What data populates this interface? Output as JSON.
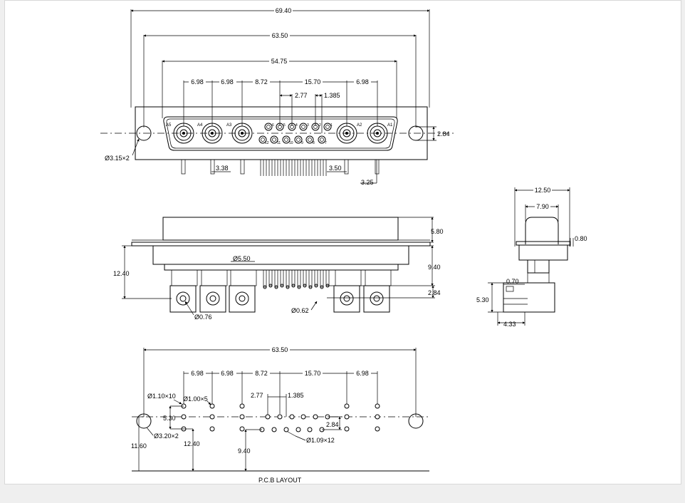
{
  "top_view": {
    "dims": {
      "overall_width": "69.40",
      "mount_hole_spacing": "63.50",
      "shell_width": "54.75",
      "coax_pitch_1": "6.98",
      "coax_pitch_2": "6.98",
      "coax_to_signal": "8.72",
      "signal_span": "15.70",
      "coax_pitch_right": "6.98",
      "signal_pitch": "2.77",
      "signal_half_pitch": "1.385",
      "row_offset": "2.84",
      "mount_hole": "Ø3.15×2",
      "pin_spacing_left": "3.38",
      "pin_spacing_right": "3.50",
      "pin_offset": "3.25"
    },
    "coax_labels": [
      "A5",
      "A4",
      "A3",
      "A2",
      "A1"
    ],
    "signal_top_labels": [
      "6",
      "5",
      "4",
      "3",
      "2",
      "1"
    ],
    "signal_bottom_labels": [
      "12",
      "11",
      "10",
      "9",
      "8",
      "7"
    ]
  },
  "front_view": {
    "dims": {
      "shell_height": "5.80",
      "total_height": "12.40",
      "pin_depth": "9.40",
      "coax_dia": "Ø5.50",
      "row_offset": "2.84",
      "coax_pin_dia": "Ø0.76",
      "signal_pin_dia": "Ø0.62"
    }
  },
  "side_view": {
    "dims": {
      "overall_depth": "12.50",
      "shell_depth": "7.90",
      "flange_thickness": "0.80",
      "tail_offset": "0.70",
      "tail_height": "5.30",
      "tail_depth": "4.33"
    }
  },
  "pcb_layout": {
    "title": "P.C.B  LAYOUT",
    "dims": {
      "mount_hole_spacing": "63.50",
      "coax_pitch_1": "6.98",
      "coax_pitch_2": "6.98",
      "coax_to_signal": "8.72",
      "signal_span": "15.70",
      "coax_pitch_right": "6.98",
      "coax_hole": "Ø1.10×10",
      "ground_hole": "Ø1.00×5",
      "signal_pitch": "2.77",
      "signal_half_pitch": "1.385",
      "coax_pad_spacing": "5.30",
      "row_offset": "2.84",
      "mount_hole": "Ø3.20×2",
      "signal_hole": "Ø1.09×12",
      "edge_to_ground": "11.60",
      "edge_to_coax": "12.40",
      "edge_to_signal": "9.40"
    }
  }
}
